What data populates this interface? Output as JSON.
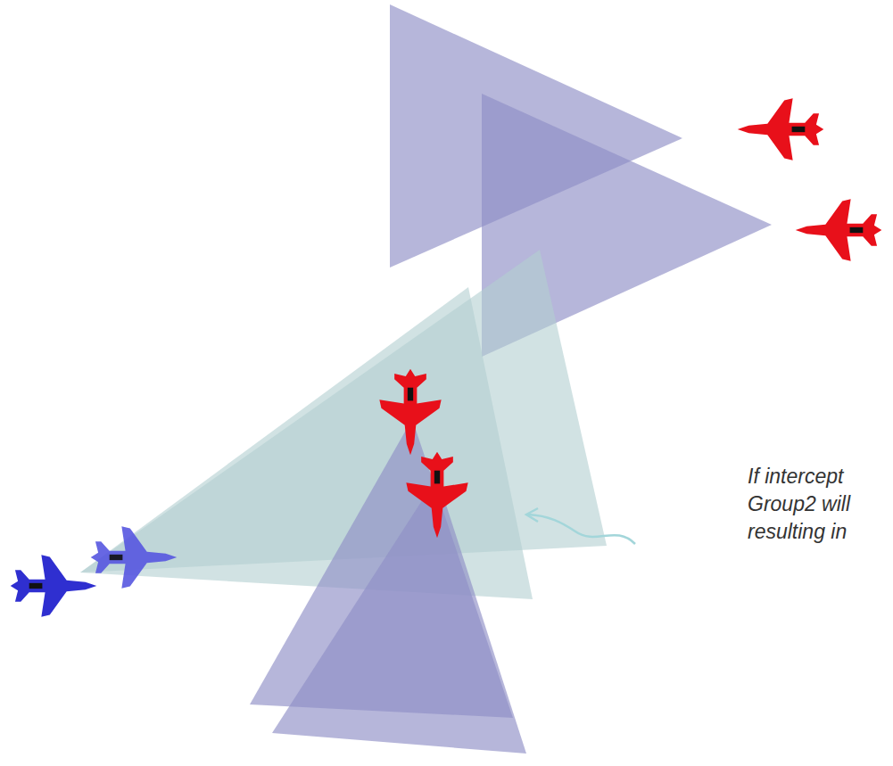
{
  "diagram": {
    "labels": [
      "If intercept",
      "Group2 will",
      "resulting in"
    ]
  }
}
